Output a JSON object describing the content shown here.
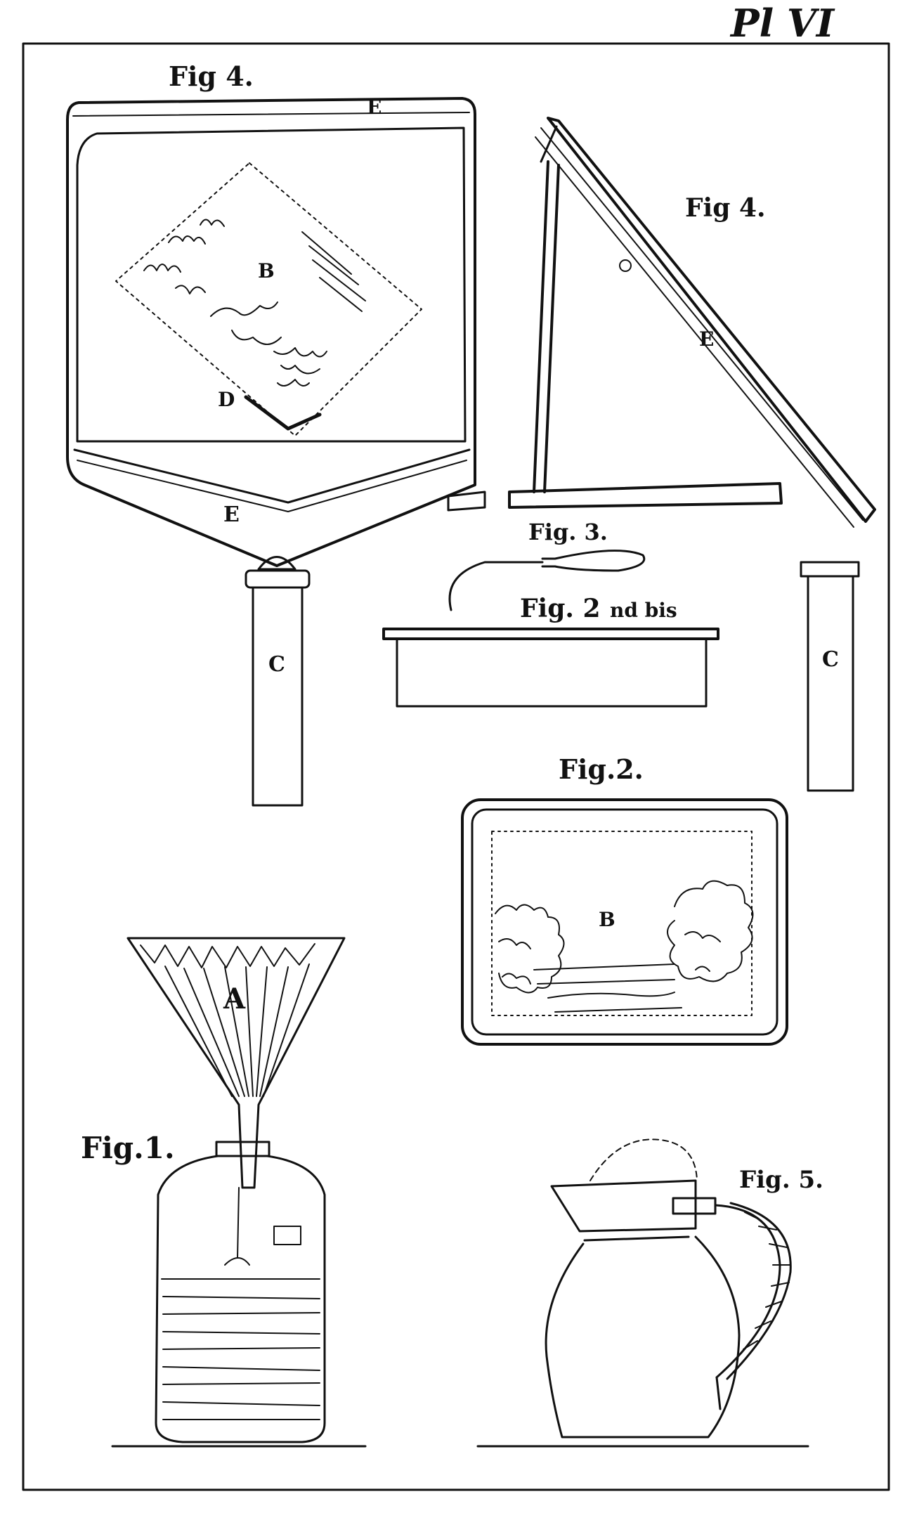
{
  "plate": {
    "number": "Pl VI"
  },
  "figures": {
    "fig4_front": {
      "caption": "Fig 4.",
      "letters": [
        "E",
        "B",
        "D",
        "E",
        "C"
      ]
    },
    "fig4_side": {
      "caption": "Fig 4.",
      "letters": [
        "E",
        "C"
      ]
    },
    "fig3": {
      "caption": "Fig. 3."
    },
    "fig2_bis": {
      "caption": "Fig. 2",
      "suffix": "nd bis"
    },
    "fig2": {
      "caption": "Fig.2.",
      "letters": [
        "B"
      ]
    },
    "fig1": {
      "caption": "Fig.1.",
      "letters": [
        "A"
      ]
    },
    "fig5": {
      "caption": "Fig. 5."
    }
  }
}
